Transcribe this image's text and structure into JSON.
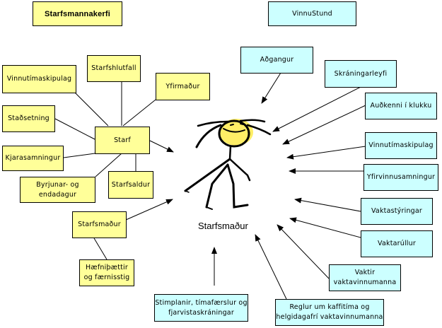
{
  "diagram": {
    "legend": {
      "system_a": "Starfsmannakerfi",
      "system_b": "VinnuStund"
    },
    "center": {
      "label": "Starfsmaður",
      "icon": "stick-figure-person"
    },
    "colors": {
      "system_a_box": "#ffff99",
      "system_b_box": "#ccffff",
      "line": "#000000"
    },
    "left_nodes": {
      "starf": "Starf",
      "starfshlutfall": "Starfshlutfall",
      "vinnutimaskipulag": "Vinnutímaskipulag",
      "yfirmadur": "Yfirmaður",
      "stadsetning": "Staðsetning",
      "kjarasamningur": "Kjarasamningur",
      "byrjunar": "Byrjunar- og\nendadagur",
      "starfsaldur": "Starfsaldur",
      "starfsmadur": "Starfsmaður",
      "haefni": "Hæfniþættir\nog færnisstig"
    },
    "right_nodes": {
      "adgangur": "Aðgangur",
      "skraningarleyfi": "Skráningarleyfi",
      "audkenni": "Auðkenni í klukku",
      "vinnutimaskipulag": "Vinnutímaskipulag",
      "yfirvinnusamningur": "Yfirvinnusamningur",
      "vaktastyringar": "Vaktastýringar",
      "vaktarullur": "Vaktarúllur",
      "vaktir": "Vaktir\nvaktavinnumanna",
      "reglur": "Reglur um kaffitíma og\nhelgidagafrí vaktavinnumanna",
      "stimplanir": "Stimplanir, tímafærslur og\nfjarvistaskráningar"
    }
  }
}
